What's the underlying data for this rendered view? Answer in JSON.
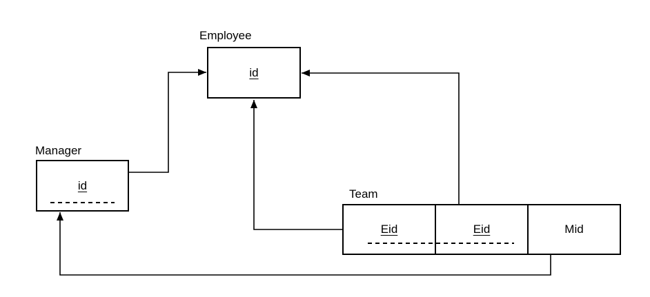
{
  "diagram": {
    "background_color": "#ffffff",
    "stroke_color": "#000000",
    "text_color": "#000000",
    "entities": {
      "employee": {
        "label": "Employee",
        "fields": {
          "id": "id"
        }
      },
      "manager": {
        "label": "Manager",
        "fields": {
          "id": "id"
        }
      },
      "team": {
        "label": "Team",
        "fields": {
          "eid1": "Eid",
          "eid2": "Eid",
          "mid": "Mid"
        }
      }
    }
  }
}
